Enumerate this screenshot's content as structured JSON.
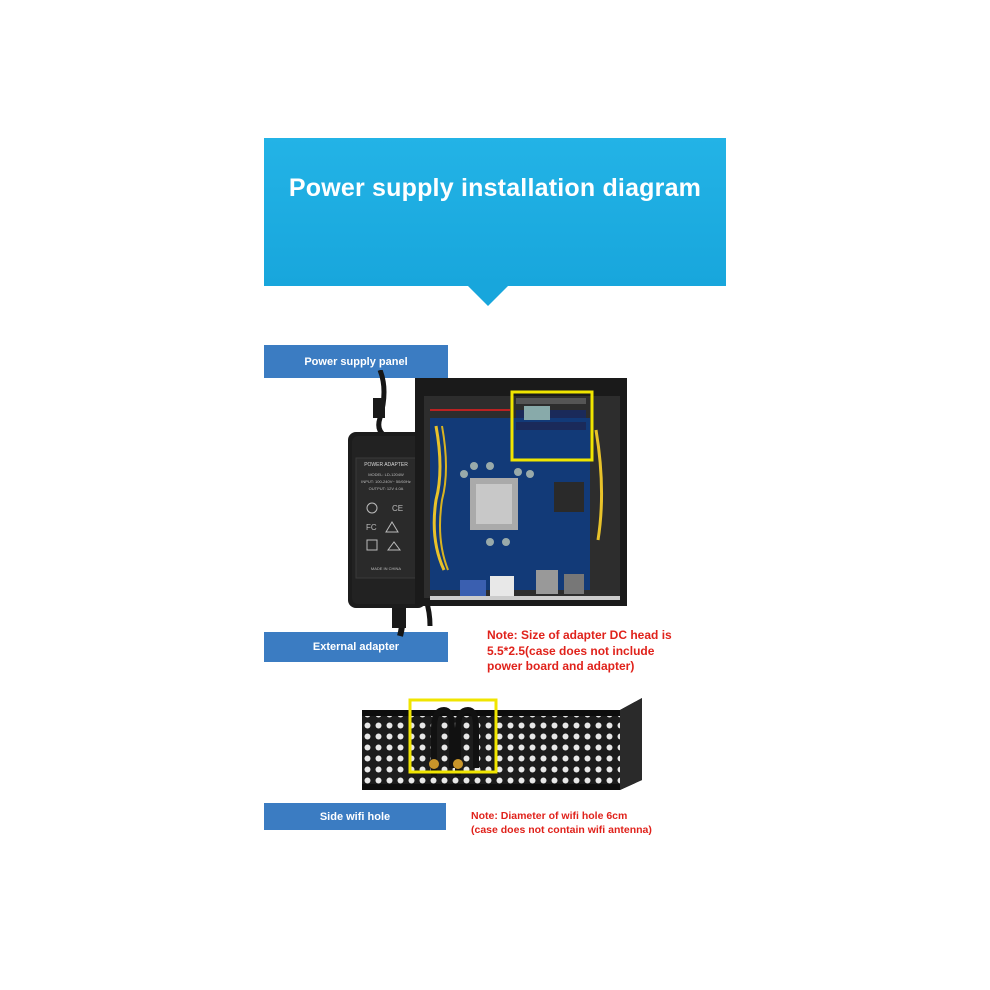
{
  "banner": {
    "title": "Power supply installation diagram"
  },
  "labels": {
    "power_panel": "Power supply panel",
    "external_adapter": "External adapter",
    "side_wifi": "Side wifi hole"
  },
  "notes": {
    "adapter": [
      "Note: Size of adapter DC head is",
      "5.5*2.5(case does not include",
      "power board and adapter)"
    ],
    "wifi": [
      "Note: Diameter of wifi hole 6cm",
      "(case does not contain wifi antenna)"
    ]
  },
  "adapter_label": {
    "title": "POWER ADAPTER",
    "lines": [
      "MODEL: LD-1204W",
      "INPUT: 100-240V~ 50/60Hz",
      "OUTPUT: 12V 4.0A",
      "MADE IN CHINA"
    ]
  },
  "colors": {
    "banner": "#18a6dc",
    "label_bar": "#3b7cc2",
    "note": "#e0221b",
    "highlight": "#f0e500"
  }
}
